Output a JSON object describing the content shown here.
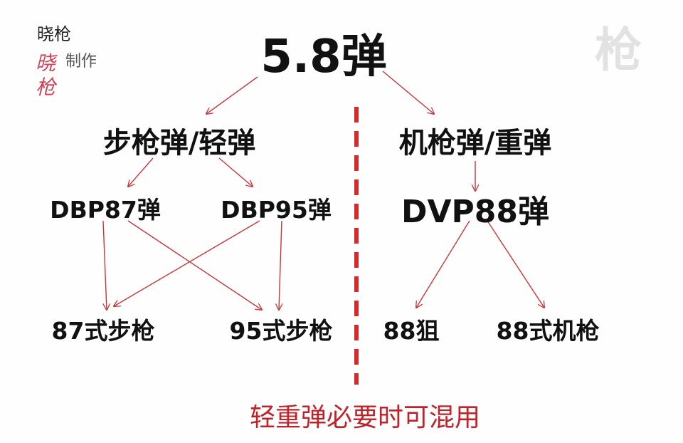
{
  "logo": {
    "line1": "晓枪",
    "line2": "制作",
    "signature": "晓枪"
  },
  "watermark": "枪",
  "root": "5.8弹",
  "branches": {
    "light": {
      "title": "步枪弹/轻弹",
      "ammo": [
        "DBP87弹",
        "DBP95弹"
      ]
    },
    "heavy": {
      "title": "机枪弹/重弹",
      "ammo": [
        "DVP88弹"
      ]
    }
  },
  "weapons": [
    "87式步枪",
    "95式步枪",
    "88狙",
    "88式机枪"
  ],
  "note": "轻重弹必要时可混用",
  "colors": {
    "arrow": "#c8363a",
    "divider": "#d42a2a",
    "note": "#c0222a"
  }
}
